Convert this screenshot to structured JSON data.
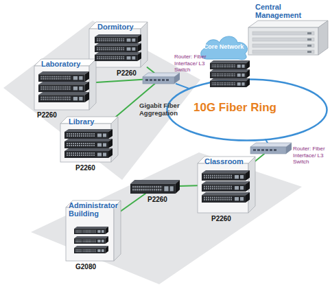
{
  "diagram": {
    "nodes": [
      {
        "text": [
          "Central Management"
        ]
      },
      {
        "text": [
          "Core Network"
        ]
      },
      {
        "text": [
          "Dormitory",
          "P2260"
        ]
      },
      {
        "text": [
          "Laboratory",
          "P2260"
        ]
      },
      {
        "text": [
          "Router: Fiber Interface/ L3 Switch"
        ]
      },
      {
        "text": [
          "Library",
          "P2260"
        ]
      },
      {
        "text": [
          "10G Fiber Ring"
        ]
      },
      {
        "text": [
          "Router: Fiber Interface/ L3 Switch"
        ]
      },
      {
        "text": [
          "Classroom",
          "P2260"
        ]
      },
      {
        "text": [
          "P2260"
        ]
      },
      {
        "text": [
          "Administrator Building",
          "G2080"
        ]
      }
    ],
    "edges": [
      {
        "from": 2,
        "to": 4,
        "arrow": "none"
      },
      {
        "from": 3,
        "to": 4,
        "arrow": "none"
      },
      {
        "from": 5,
        "to": 4,
        "arrow": "none"
      },
      {
        "from": 4,
        "to": 6,
        "arrow": "none"
      },
      {
        "from": 6,
        "to": 7,
        "arrow": "none"
      },
      {
        "from": 7,
        "to": 8,
        "arrow": "none"
      },
      {
        "from": 8,
        "to": 9,
        "arrow": "none"
      },
      {
        "from": 9,
        "to": 10,
        "arrow": "none"
      }
    ],
    "labels": [
      "Gigabit Fiber Aggregation"
    ]
  }
}
